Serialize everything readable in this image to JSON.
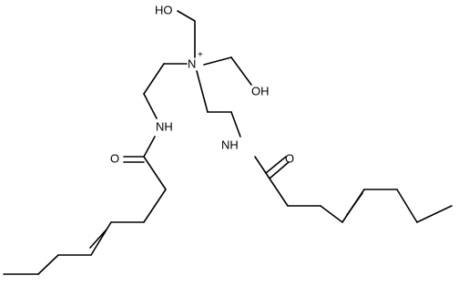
{
  "molecule": {
    "atoms": {
      "oh_top": "HO",
      "oh_right": "OH",
      "n_center": "N",
      "n_charge": "+",
      "nh_left": "NH",
      "nh_right": "NH",
      "o_left": "O",
      "o_right": "O"
    },
    "colors": {
      "bond": "#000000",
      "text": "#000000",
      "background": "#ffffff"
    }
  }
}
